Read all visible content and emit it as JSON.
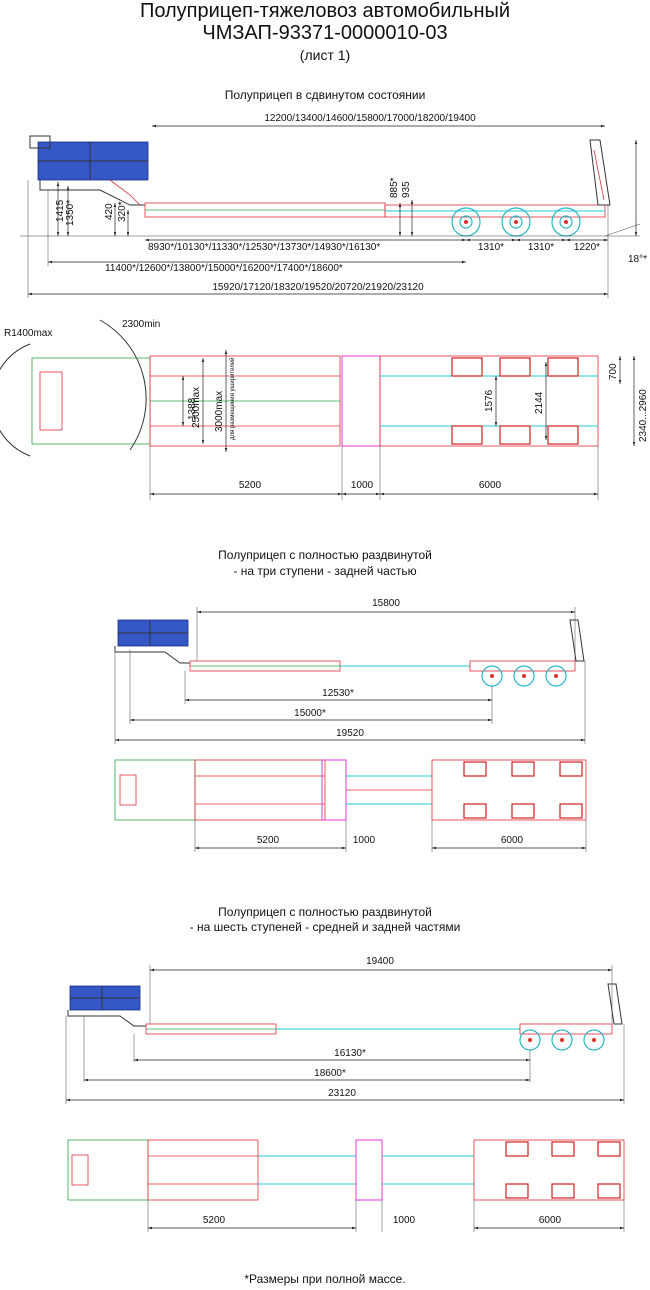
{
  "header": {
    "title_line1": "Полуприцеп-тяжеловоз автомобильный",
    "title_line2": "ЧМЗАП-93371-0000010-03",
    "sheet": "(лист 1)"
  },
  "view1": {
    "caption": "Полуприцеп в сдвинутом состоянии",
    "dims": {
      "top_length": "12200/13400/14600/15800/17000/18200/19400",
      "coupling_1415": "1415",
      "coupling_1350": "1350*",
      "h_420": "420",
      "h_320": "320*",
      "h_885": "885*",
      "h_935": "935",
      "deck_length": "8930*/10130*/11330*/12530*/13730*/14930*/16130*",
      "axle1": "1310*",
      "axle2": "1310*",
      "rear": "1220*",
      "angle": "18°*",
      "mid_length": "11400*/12600*/13800*/15000*/16200*/17400*/18600*",
      "overall": "15920/17120/18320/19520/20720/21920/23120"
    },
    "plan": {
      "radius": "R1400max",
      "swing": "2300min",
      "w_1388": "1388",
      "w_2500": "2500max",
      "w_3000": "3000max",
      "note": "для размещения уширителей",
      "w_1576": "1576",
      "w_2144": "2144",
      "w_700": "700",
      "w_2340": "2340...2960",
      "len_5200": "5200",
      "len_1000": "1000",
      "len_6000": "6000"
    }
  },
  "view2": {
    "caption_line1": "Полуприцеп с полностью раздвинутой",
    "caption_line2": "- на три ступени - задней частью",
    "dims": {
      "top": "15800",
      "d1": "12530*",
      "d2": "15000*",
      "d3": "19520"
    },
    "plan": {
      "len_5200": "5200",
      "len_1000": "1000",
      "len_6000": "6000"
    }
  },
  "view3": {
    "caption_line1": "Полуприцеп с полностью раздвинутой",
    "caption_line2": "- на шесть ступеней - средней и задней частями",
    "dims": {
      "top": "19400",
      "d1": "16130*",
      "d2": "18600*",
      "d3": "23120"
    },
    "plan": {
      "len_5200": "5200",
      "len_1000": "1000",
      "len_6000": "6000"
    }
  },
  "footnote": "*Размеры при полной массе.",
  "colors": {
    "frame": "#e0303a",
    "deck": "#2aa84a",
    "extension": "#22c8d8",
    "insert": "#e03ad8",
    "gooseneck": "#3457c6"
  }
}
